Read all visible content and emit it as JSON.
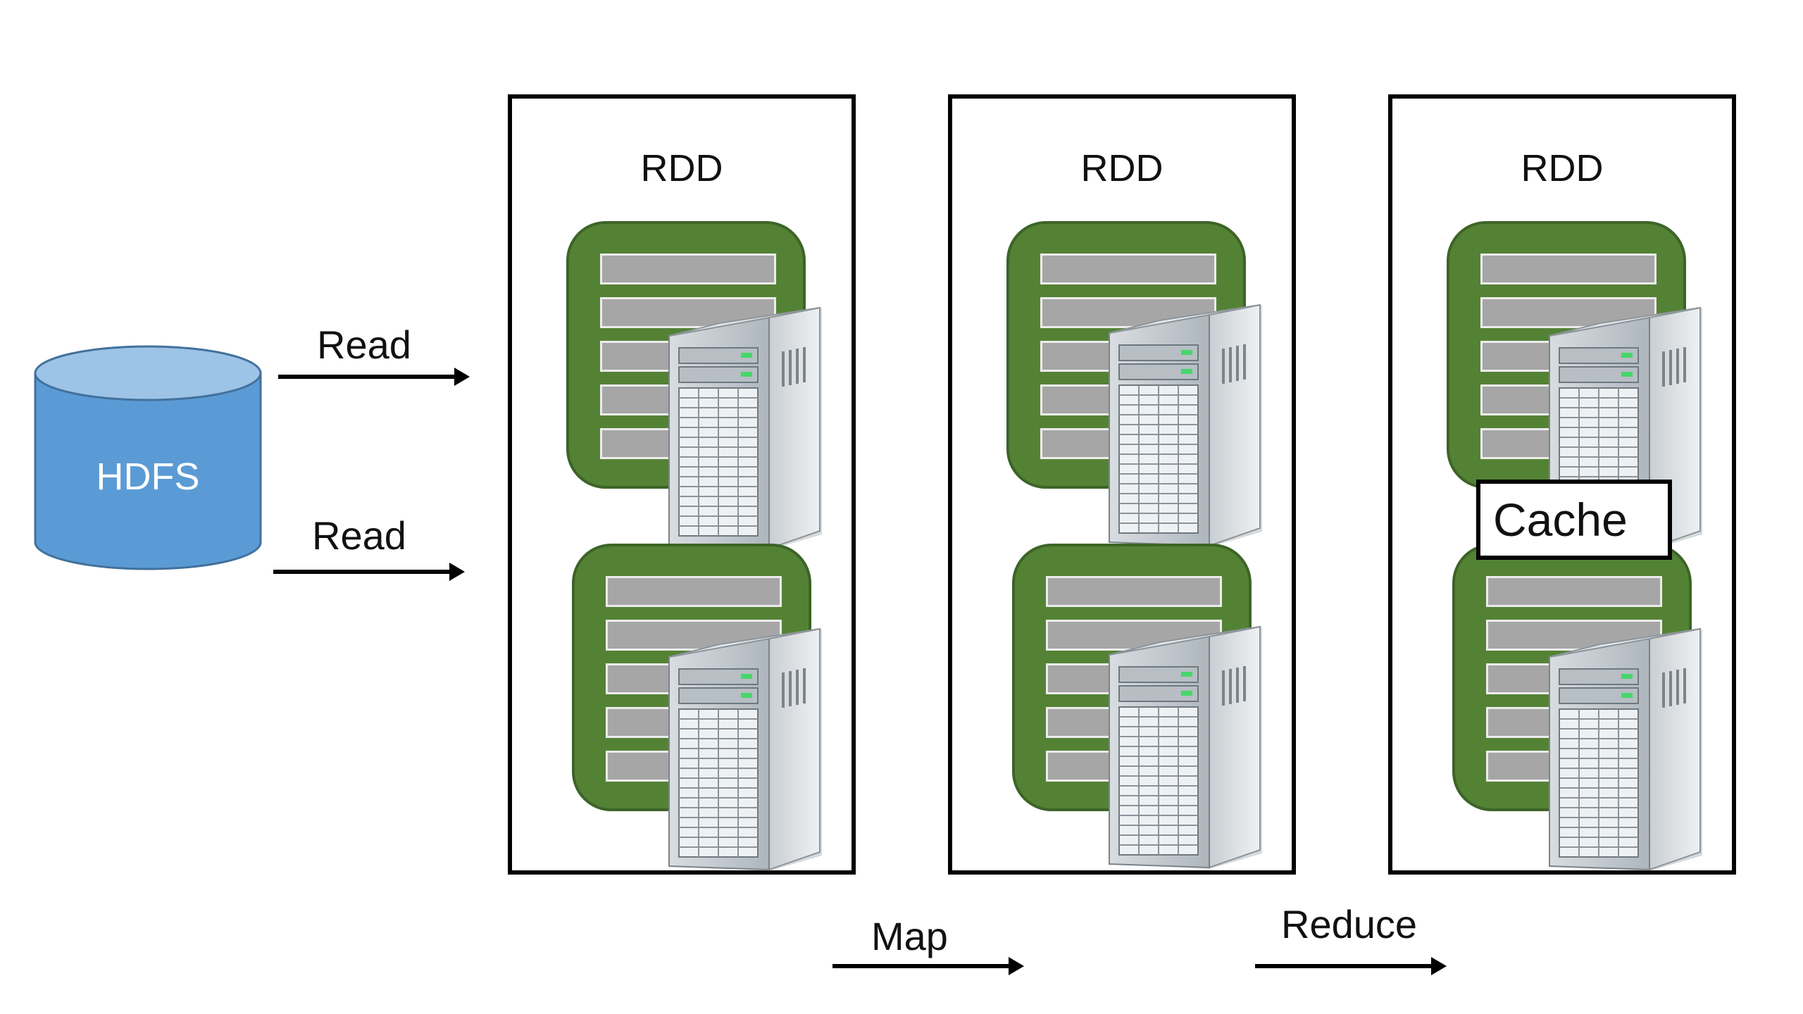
{
  "storage": {
    "label": "HDFS"
  },
  "read_arrows": [
    {
      "label": "Read"
    },
    {
      "label": "Read"
    }
  ],
  "rdds": [
    {
      "title": "RDD"
    },
    {
      "title": "RDD"
    },
    {
      "title": "RDD"
    }
  ],
  "transforms": [
    {
      "label": "Map"
    },
    {
      "label": "Reduce"
    }
  ],
  "cache": {
    "label": "Cache"
  },
  "colors": {
    "partition_green": "#548235",
    "record_gray": "#a6a6a6",
    "cylinder_blue": "#5b9bd5",
    "cylinder_top": "#9dc3e6"
  },
  "icons": {
    "partition": "server-icon",
    "storage": "database-cylinder-icon"
  }
}
